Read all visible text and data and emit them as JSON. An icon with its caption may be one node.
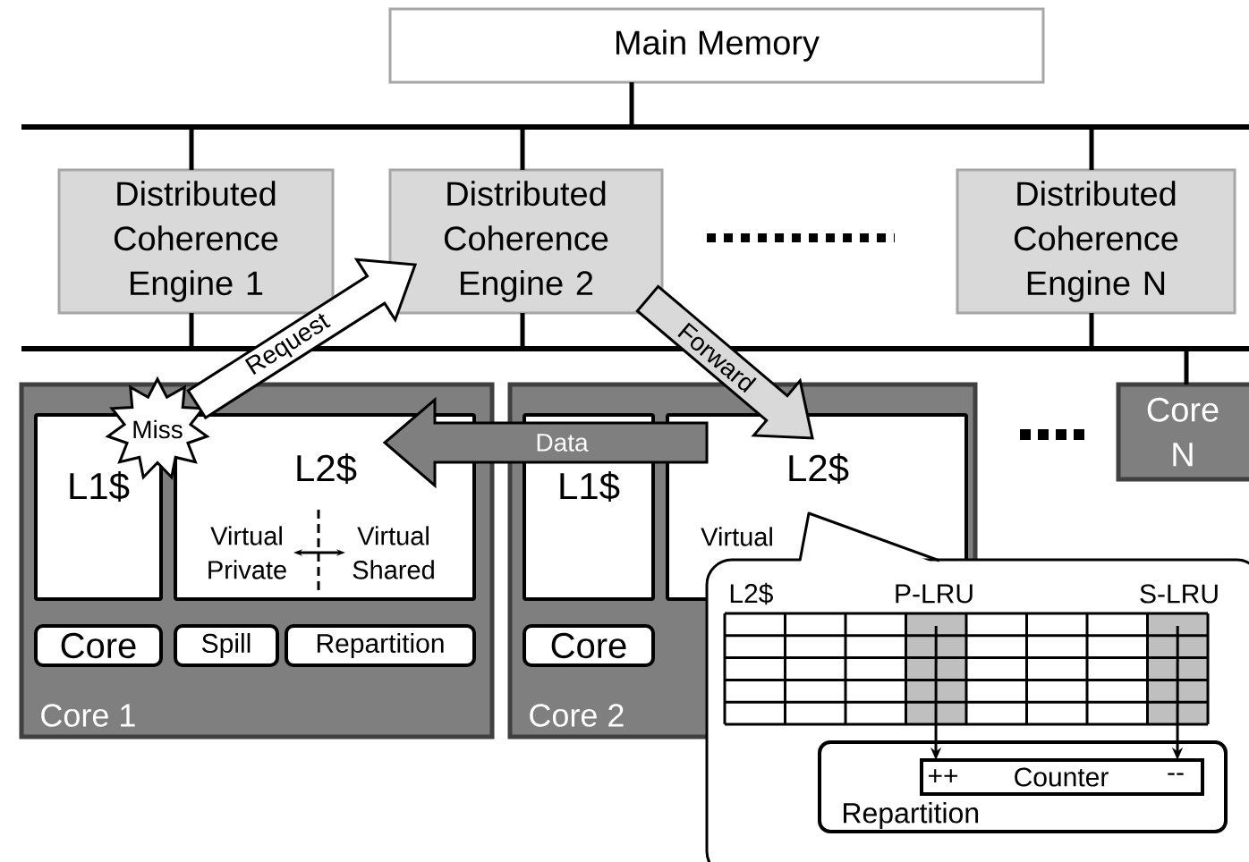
{
  "diagram": {
    "nodes": [
      {
        "text": [
          "Main Memory"
        ]
      },
      {
        "text": [
          "Distributed Coherence Engine 1"
        ]
      },
      {
        "text": [
          "Distributed Coherence Engine 2"
        ]
      },
      {
        "text": [
          "Distributed Coherence Engine N"
        ]
      },
      {
        "text": [
          "Core 1"
        ]
      },
      {
        "text": [
          "L1$"
        ],
        "in": 4
      },
      {
        "text": [
          "L2$",
          "Virtual Private",
          "Virtual Shared"
        ],
        "in": 4
      },
      {
        "text": [
          "Miss"
        ],
        "in": 4
      },
      {
        "text": [
          "Core"
        ],
        "in": 4
      },
      {
        "text": [
          "Spill"
        ],
        "in": 4
      },
      {
        "text": [
          "Repartition"
        ],
        "in": 4
      },
      {
        "text": [
          "Core 2"
        ]
      },
      {
        "text": [
          "L1$"
        ],
        "in": 11
      },
      {
        "text": [
          "L2$",
          "Virtual"
        ],
        "in": 11
      },
      {
        "text": [
          "Core"
        ],
        "in": 11
      },
      {
        "text": [
          "Core N"
        ]
      },
      {
        "text": [],
        "shape": "box"
      },
      {
        "text": [
          "Repartition"
        ],
        "in": 16
      },
      {
        "text": [
          "++",
          "Counter",
          "--"
        ],
        "in": 17
      },
      {
        "text": [],
        "shape": "bar"
      },
      {
        "text": [],
        "shape": "bar"
      },
      {
        "text": [
          "L2$",
          "P-LRU",
          "S-LRU"
        ],
        "in": 16
      },
      {
        "text": [],
        "shape": "bar"
      },
      {
        "text": [],
        "shape": "bar",
        "in": 16
      }
    ],
    "edges": [
      {
        "from": 7,
        "to": 2,
        "arrow": "to",
        "label": "Request",
        "style": "thick",
        "color": "#ffffff"
      },
      {
        "from": 2,
        "to": 13,
        "arrow": "to",
        "label": "Forward",
        "style": "thick",
        "color": "#d9d9d9"
      },
      {
        "from": 13,
        "to": 6,
        "arrow": "to",
        "label": "Data",
        "style": "thick",
        "color": "#7f7f7f"
      },
      {
        "from": 22,
        "to": 18,
        "arrow": "to"
      },
      {
        "from": 23,
        "to": 18,
        "arrow": "to"
      },
      {
        "from": 0,
        "to": 19,
        "arrow": "none"
      },
      {
        "from": 19,
        "to": 1,
        "arrow": "none"
      },
      {
        "from": 19,
        "to": 2,
        "arrow": "none"
      },
      {
        "from": 19,
        "to": 3,
        "arrow": "none"
      },
      {
        "from": 1,
        "to": 20,
        "arrow": "none"
      },
      {
        "from": 2,
        "to": 20,
        "arrow": "none"
      },
      {
        "from": 3,
        "to": 20,
        "arrow": "none"
      },
      {
        "from": 20,
        "to": 15,
        "arrow": "none"
      }
    ]
  }
}
